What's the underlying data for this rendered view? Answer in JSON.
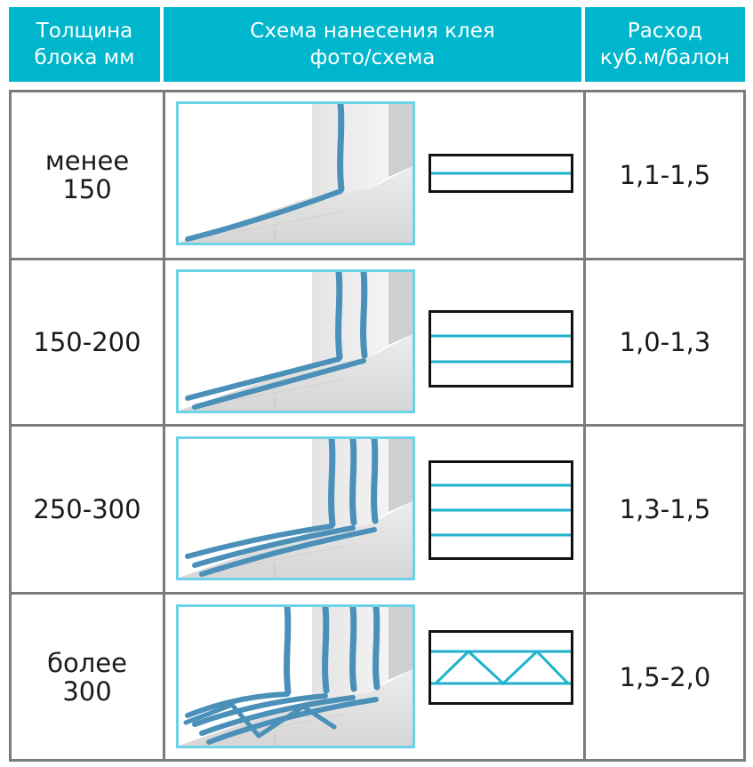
{
  "header": {
    "col1": "Толщина\nблока мм",
    "col2": "Схема нанесения клея\nфото/схема",
    "col3": "Расход\nкуб.м/балон"
  },
  "rows": [
    {
      "thickness": "менее\n150",
      "consumption": "1,1-1,5",
      "lines": 1,
      "pattern": "lines"
    },
    {
      "thickness": "150-200",
      "consumption": "1,0-1,3",
      "lines": 2,
      "pattern": "lines"
    },
    {
      "thickness": "250-300",
      "consumption": "1,3-1,5",
      "lines": 3,
      "pattern": "lines"
    },
    {
      "thickness": "более\n300",
      "consumption": "1,5-2,0",
      "lines": 3,
      "pattern": "zigzag"
    }
  ],
  "colors": {
    "header": "#00b6cc",
    "grid": "#7b7b7b",
    "glue": "#1fb2cc",
    "photo_border": "#6fd3e6",
    "foam": "#4a90b8"
  }
}
